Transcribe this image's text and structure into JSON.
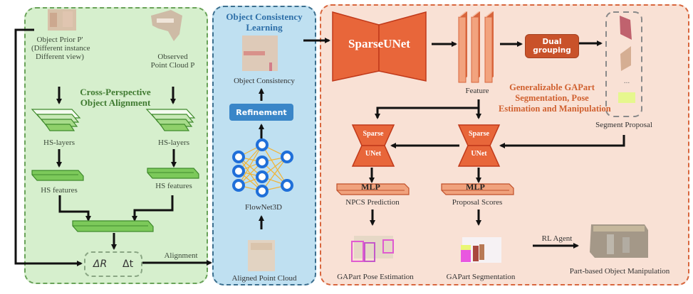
{
  "left_panel": {
    "title_line1": "Cross-Perspective",
    "title_line2": "Object Alignment",
    "object_prior_line1": "Object Prior P'",
    "object_prior_line2": "(Different instance",
    "object_prior_line3": "Different view)",
    "observed_line1": "Observed",
    "observed_line2": "Point Cloud P",
    "hs_layers_left": "HS-layers",
    "hs_layers_right": "HS-layers",
    "hs_features_left": "HS features",
    "hs_features_right": "HS features",
    "delta_r": "ΔR",
    "delta_t": "Δt",
    "alignment_label": "Alignment"
  },
  "middle_panel": {
    "title_line1": "Object Consistency",
    "title_line2": "Learning",
    "object_consistency": "Object Consistency",
    "refinement_button": "Refinement",
    "flownet_label": "FlowNet3D",
    "aligned_point_cloud": "Aligned Point Cloud"
  },
  "right_panel": {
    "sparse_unet_main": "SparseUNet",
    "feature_label": "Feature",
    "dual_grouping_line1": "Dual",
    "dual_grouping_line2": "grouping",
    "segment_proposal": "Segment Proposal",
    "segment_ellipsis": "...",
    "title_line1": "Generalizable GAPart",
    "title_line2": "Segmentation, Pose",
    "title_line3": "Estimation and Manipulation",
    "small_unet_top": "Sparse",
    "small_unet_bottom": "UNet",
    "mlp_label": "MLP",
    "npcs_prediction": "NPCS Prediction",
    "proposal_scores": "Proposal Scores",
    "gapart_pose": "GAPart Pose Estimation",
    "gapart_segmentation": "GAPart Segmentation",
    "rl_agent": "RL Agent",
    "part_based_manipulation": "Part-based Object Manipulation"
  },
  "colors": {
    "green_panel": "#d6efcd",
    "blue_panel": "#bfe0f1",
    "orange_panel": "#f9e1d5",
    "orange_accent": "#e8663a",
    "blue_accent": "#3a86c8",
    "green_accent": "#7cc95a"
  }
}
